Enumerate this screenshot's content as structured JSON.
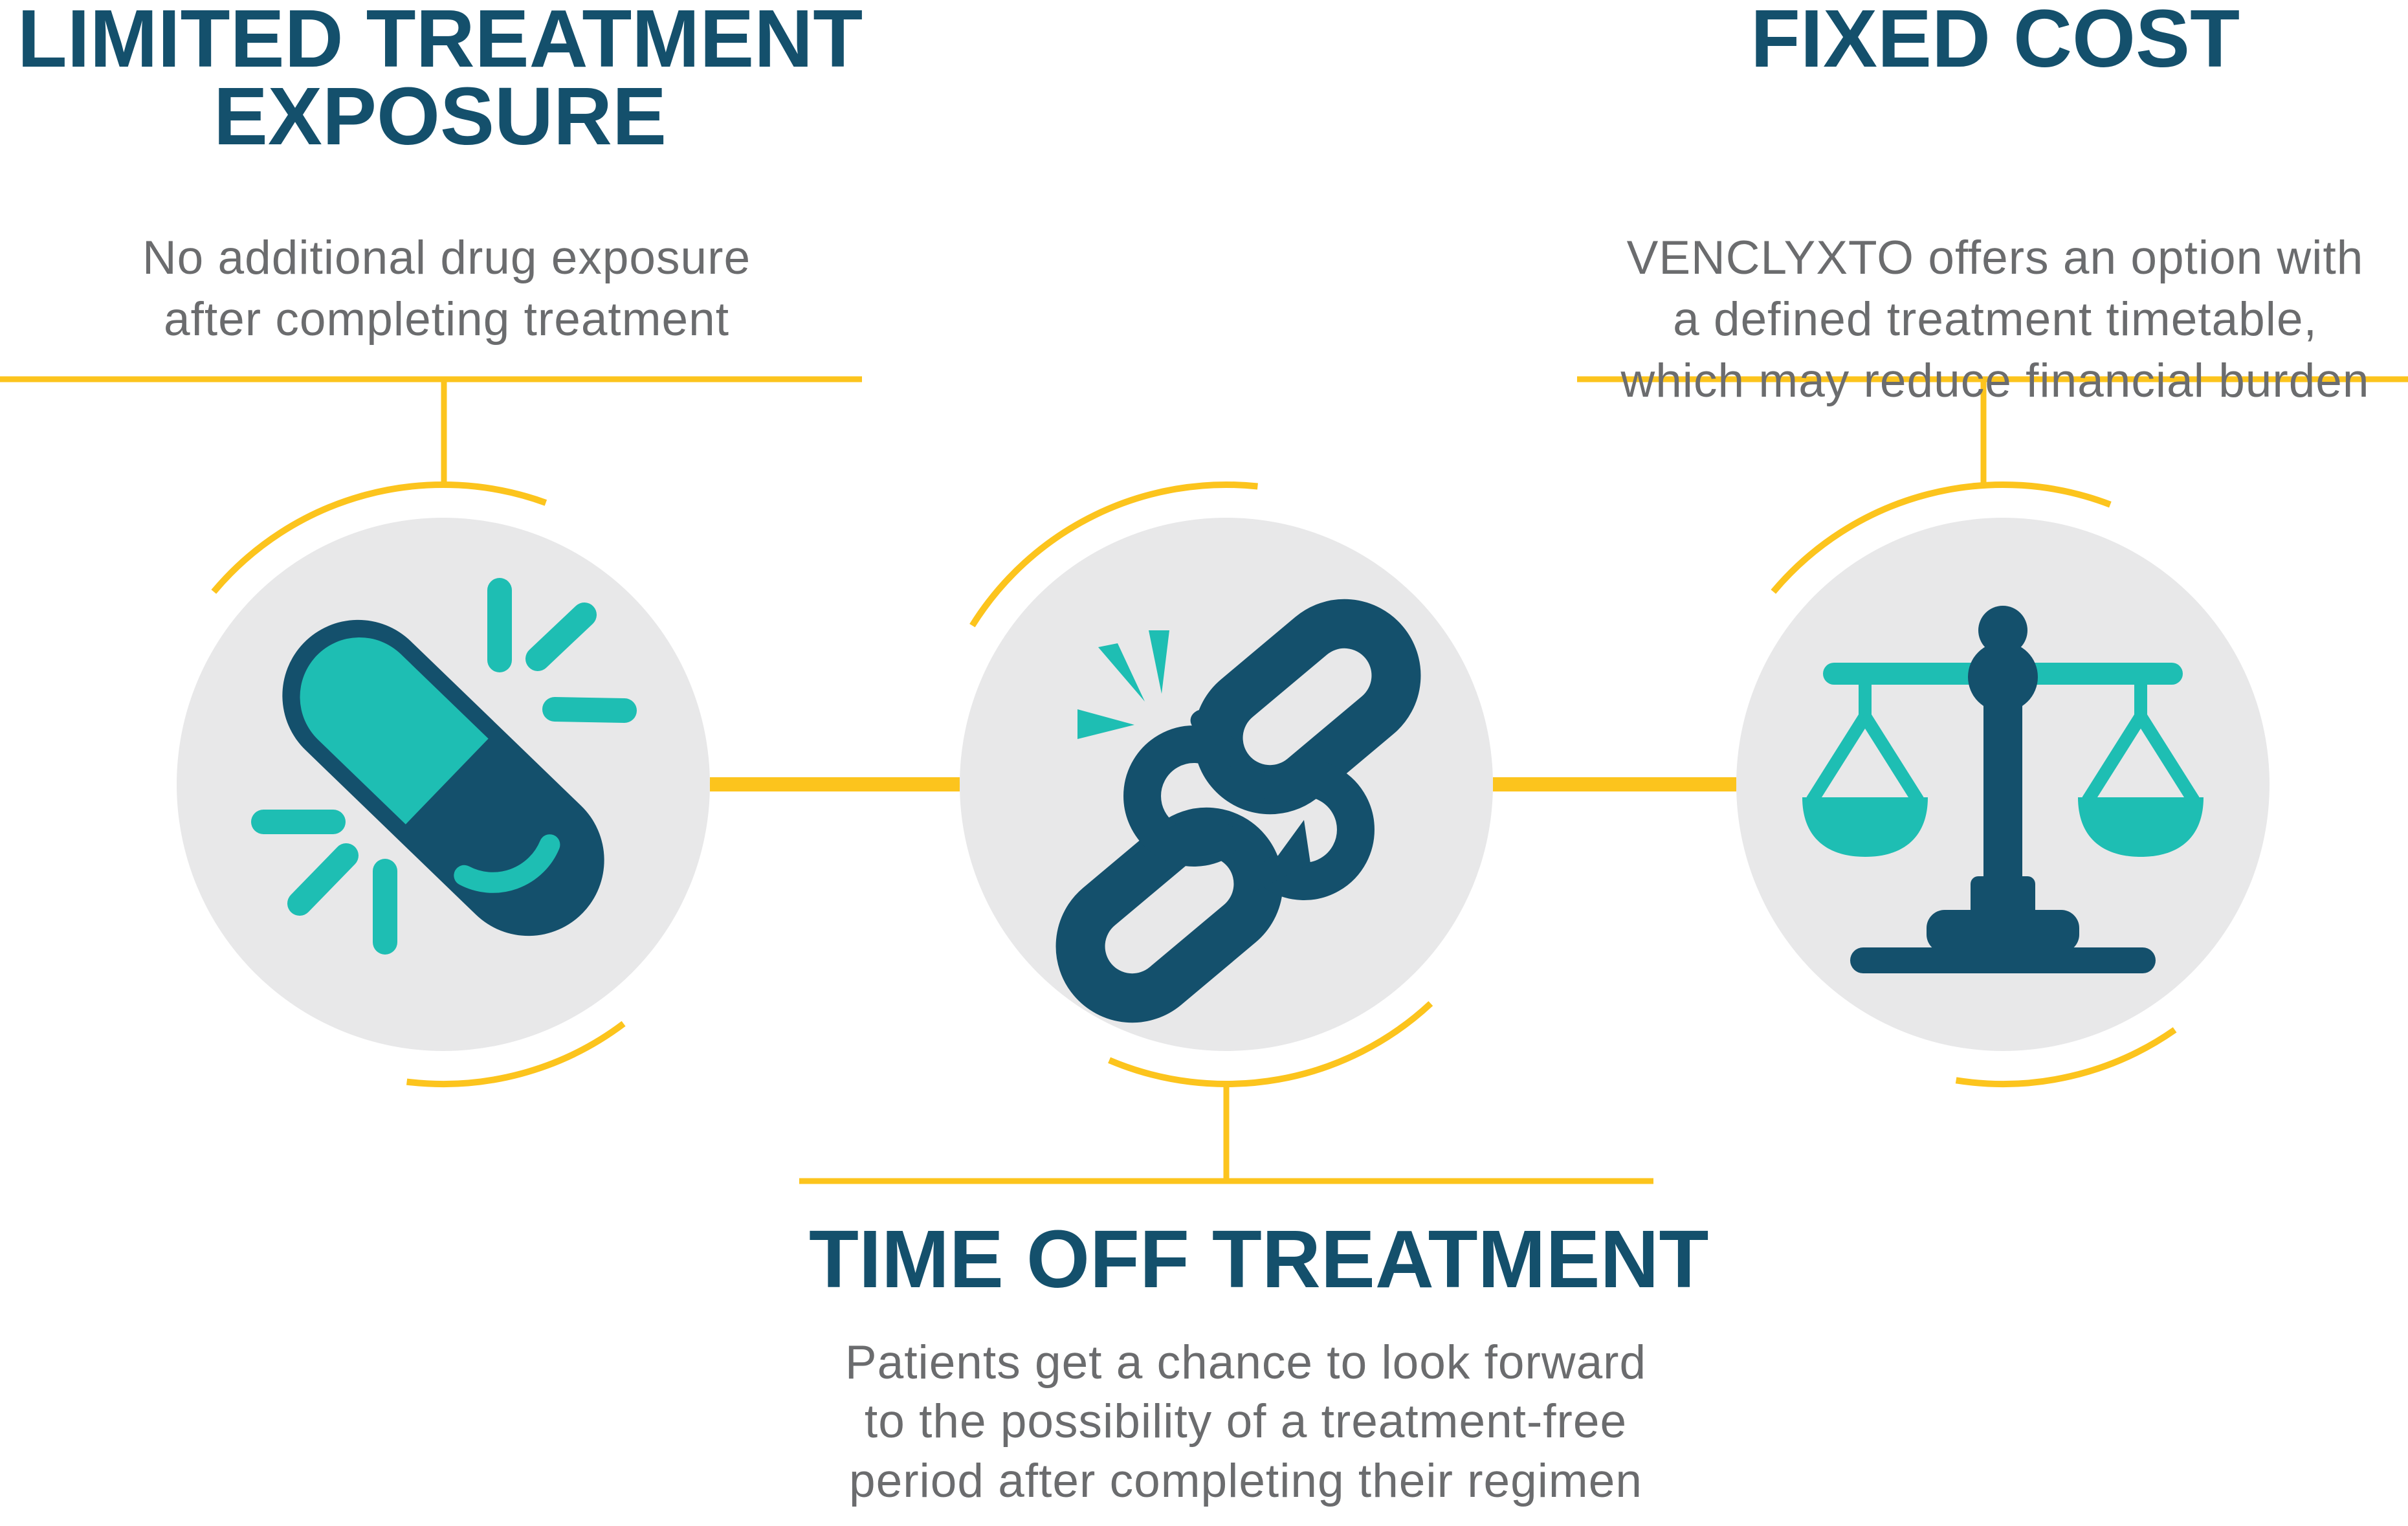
{
  "theme": {
    "navy": "#14506c",
    "teal": "#1ebeb3",
    "yellow": "#fcc41d",
    "circle_gray": "#e8e8e9",
    "text_gray": "#6b6c6e",
    "background": "#ffffff"
  },
  "panels": [
    {
      "id": "limited-treatment-exposure",
      "title_lines": [
        "LIMITED TREATMENT",
        "EXPOSURE"
      ],
      "body_lines": [
        "No additional drug exposure",
        "after completing treatment"
      ],
      "icon": "pill-icon"
    },
    {
      "id": "fixed-cost",
      "title_lines": [
        "FIXED COST"
      ],
      "body_lines": [
        "VENCLYXTO offers an option with",
        "a defined treatment timetable,",
        "which may reduce financial burden"
      ],
      "icon": "balance-scale-icon"
    },
    {
      "id": "time-off-treatment",
      "title_lines": [
        "TIME OFF TREATMENT"
      ],
      "body_lines": [
        "Patients get a chance to look forward",
        "to the possibility of a treatment-free",
        "period after completing their regimen"
      ],
      "icon": "broken-chain-icon"
    }
  ]
}
